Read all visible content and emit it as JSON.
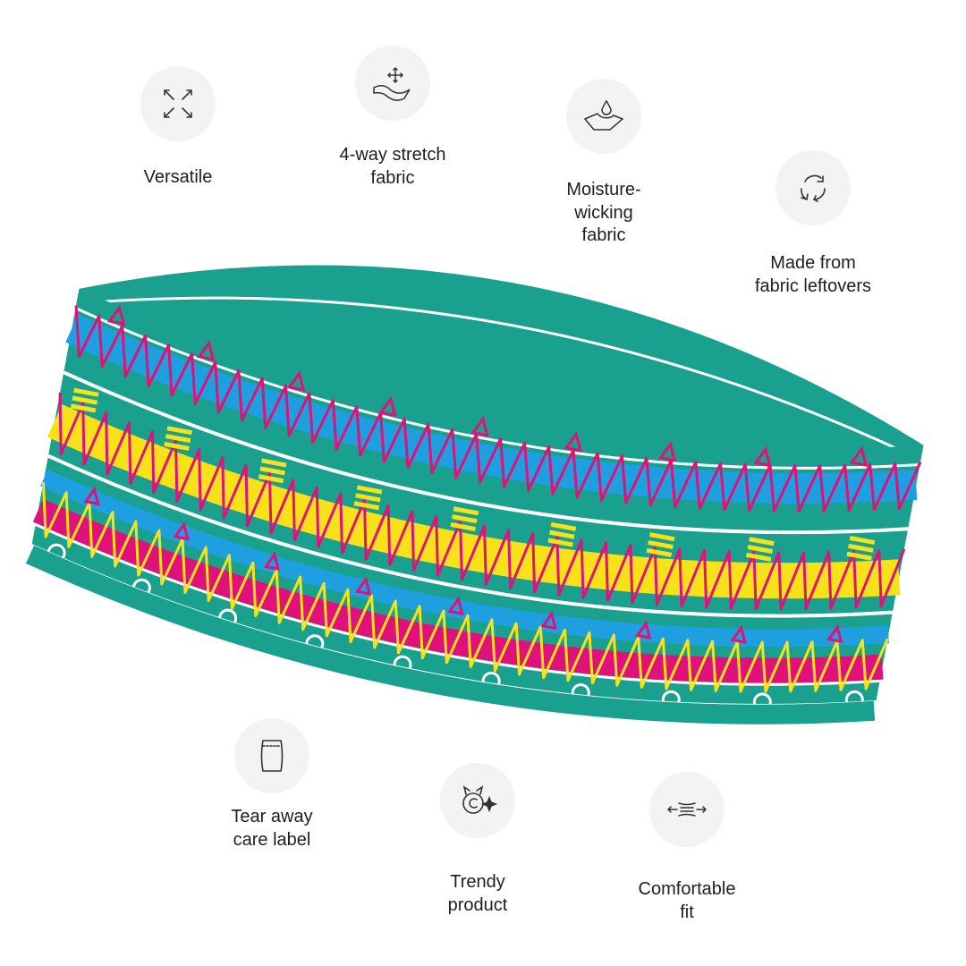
{
  "features": [
    {
      "label": "Versatile",
      "icon": "arrows-expand-icon"
    },
    {
      "label": "4-way stretch\nfabric",
      "icon": "stretch-fabric-icon"
    },
    {
      "label": "Moisture-\nwicking\nfabric",
      "icon": "water-drop-fabric-icon"
    },
    {
      "label": "Made from\nfabric leftovers",
      "icon": "recycle-icon"
    },
    {
      "label": "Tear away\ncare label",
      "icon": "care-label-icon"
    },
    {
      "label": "Trendy\nproduct",
      "icon": "trendy-sparkle-icon"
    },
    {
      "label": "Comfortable\nfit",
      "icon": "comfortable-fit-icon"
    }
  ],
  "colors": {
    "teal": "#1aa08f",
    "blue": "#1e9fe0",
    "yellow": "#f7e21a",
    "magenta": "#e0117a",
    "white": "#ffffff"
  }
}
